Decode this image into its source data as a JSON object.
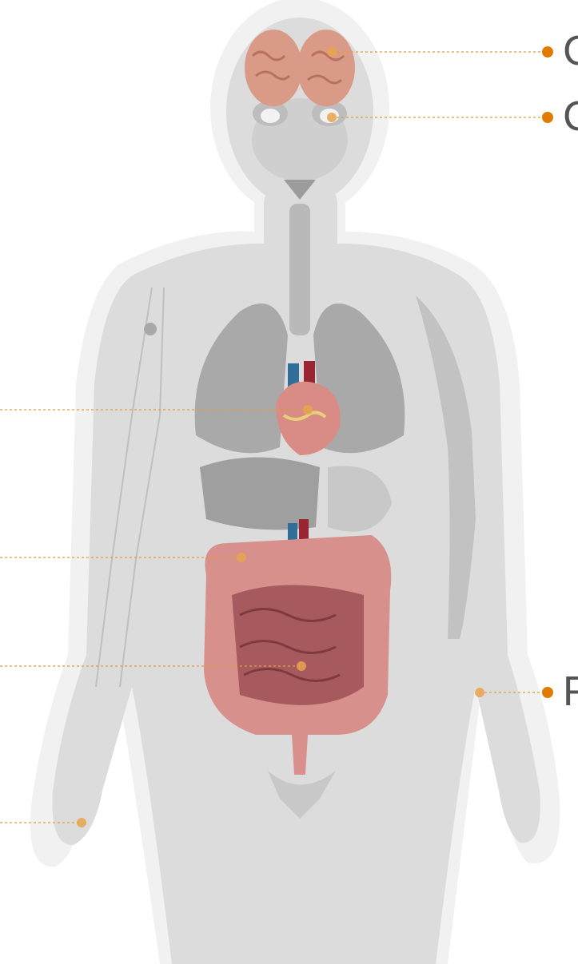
{
  "colors": {
    "background": "#ffffff",
    "body_outline": "#f1f1f1",
    "body_fill": "#dcdcdc",
    "organ_gray": "#b0b0b0",
    "callout_dot": "#e07b00",
    "callout_line": "#e59a3a",
    "label_text": "#555555",
    "brain": "#d99a87",
    "heart": "#d98c85",
    "kidney": "#8e2630",
    "vessel_blue": "#2f6f99",
    "vessel_red": "#9a2532",
    "intestine": "#c98080",
    "colon": "#d7908c"
  },
  "callouts": [
    {
      "id": "brain",
      "label": "C"
    },
    {
      "id": "eye",
      "label": "C"
    },
    {
      "id": "heart",
      "label": ""
    },
    {
      "id": "kidney",
      "label": ""
    },
    {
      "id": "intestine",
      "label": ""
    },
    {
      "id": "hand",
      "label": ""
    },
    {
      "id": "forearm",
      "label": "F"
    }
  ]
}
